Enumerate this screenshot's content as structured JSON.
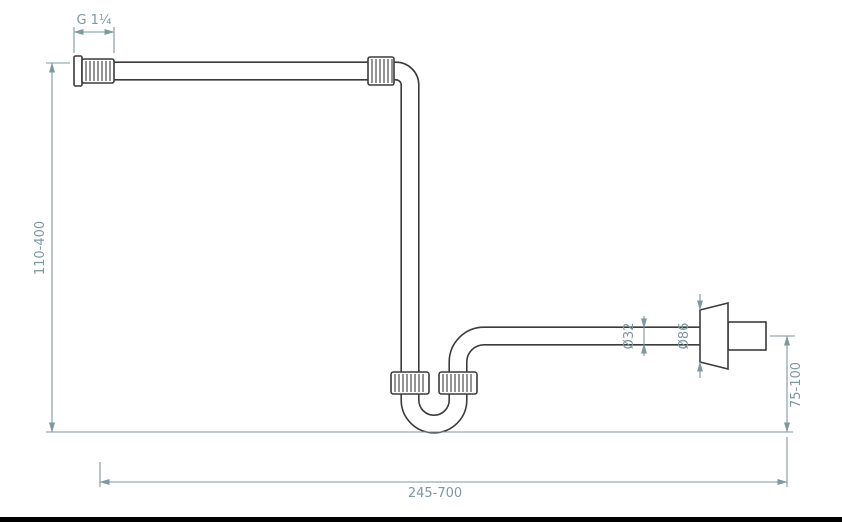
{
  "diagram": {
    "colors": {
      "drawing": "#3B3B3B",
      "dimension": "#7D989E",
      "background": "#FFFFFF",
      "border": "#000000"
    },
    "labels": {
      "thread_size": "G 1¼",
      "inlet_height_range": "110-400",
      "total_width_range": "245-700",
      "outlet_height_range": "75-100",
      "pipe_diameter": "Ø32",
      "rosette_diameter": "Ø86"
    }
  }
}
